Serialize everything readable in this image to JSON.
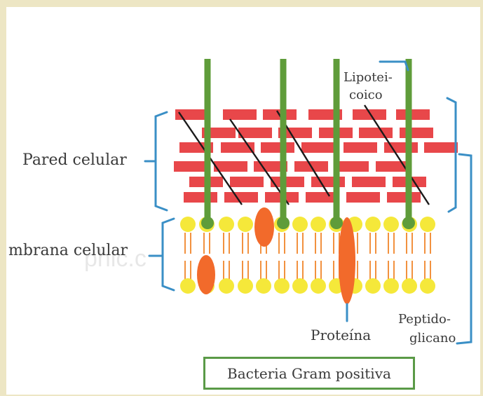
{
  "background_color": "#ede6c4",
  "diagram": {
    "labels": {
      "pared_celular": "Pared celular",
      "membrana_celular": "mbrana celular",
      "lipoteicoico_line1": "Lipotei-",
      "lipoteicoico_line2": "coico",
      "proteina": "Proteína",
      "peptidoglicano_line1": "Peptido-",
      "peptidoglicano_line2": "glicano"
    },
    "title": "Bacteria Gram positiva",
    "watermark": "phic.c"
  },
  "colors": {
    "peptidoglycan": "#e8474a",
    "teichoic_acid": "#5f9c3a",
    "lipid_head": "#f5e83a",
    "lipid_tail": "#f2913f",
    "protein": "#f26a2b",
    "bracket": "#3a8fc6",
    "crosslink": "#1a1a1a",
    "title_border": "#5a9a47"
  }
}
